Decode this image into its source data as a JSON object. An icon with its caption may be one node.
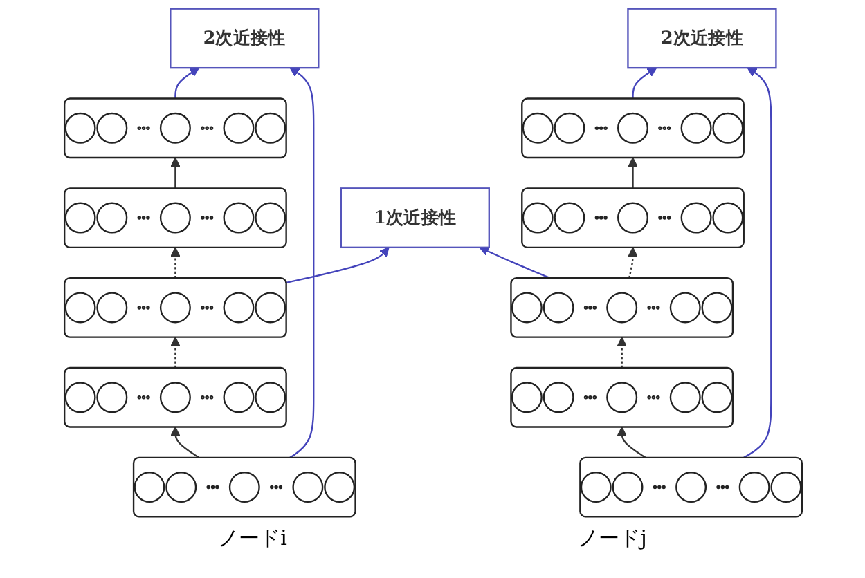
{
  "diagram": {
    "nodes": [
      {
        "text": [
          "2次近接性"
        ]
      },
      {
        "text": [
          "2次近接性"
        ]
      },
      {
        "text": [],
        "shape": "bar"
      },
      {
        "text": [],
        "shape": "bar"
      },
      {
        "text": [],
        "shape": "bar"
      },
      {
        "text": [],
        "shape": "bar"
      },
      {
        "text": [],
        "shape": "bar"
      },
      {
        "text": [
          "1次近接性"
        ]
      },
      {
        "text": [],
        "shape": "bar"
      },
      {
        "text": [],
        "shape": "bar"
      },
      {
        "text": [],
        "shape": "bar"
      },
      {
        "text": [],
        "shape": "bar"
      },
      {
        "text": [],
        "shape": "bar"
      }
    ],
    "edges": [
      {
        "from": 11,
        "to": 9,
        "arrow": "to"
      },
      {
        "from": 9,
        "to": 6,
        "arrow": "to",
        "style": "dashed"
      },
      {
        "from": 6,
        "to": 4,
        "arrow": "to",
        "style": "dashed"
      },
      {
        "from": 4,
        "to": 2,
        "arrow": "to"
      },
      {
        "from": 2,
        "to": 0,
        "arrow": "to",
        "color": "#4444bb"
      },
      {
        "from": 11,
        "to": 0,
        "arrow": "to",
        "color": "#4444bb"
      },
      {
        "from": 6,
        "to": 7,
        "arrow": "to",
        "color": "#4444bb"
      },
      {
        "from": 12,
        "to": 10,
        "arrow": "to"
      },
      {
        "from": 10,
        "to": 8,
        "arrow": "to",
        "style": "dashed"
      },
      {
        "from": 8,
        "to": 5,
        "arrow": "to",
        "style": "dashed"
      },
      {
        "from": 5,
        "to": 3,
        "arrow": "to"
      },
      {
        "from": 3,
        "to": 1,
        "arrow": "to",
        "color": "#4444bb"
      },
      {
        "from": 12,
        "to": 1,
        "arrow": "to",
        "color": "#4444bb"
      },
      {
        "from": 8,
        "to": 7,
        "arrow": "to",
        "color": "#4444bb"
      }
    ],
    "labels": [
      "ノードi",
      "ノードj"
    ]
  }
}
